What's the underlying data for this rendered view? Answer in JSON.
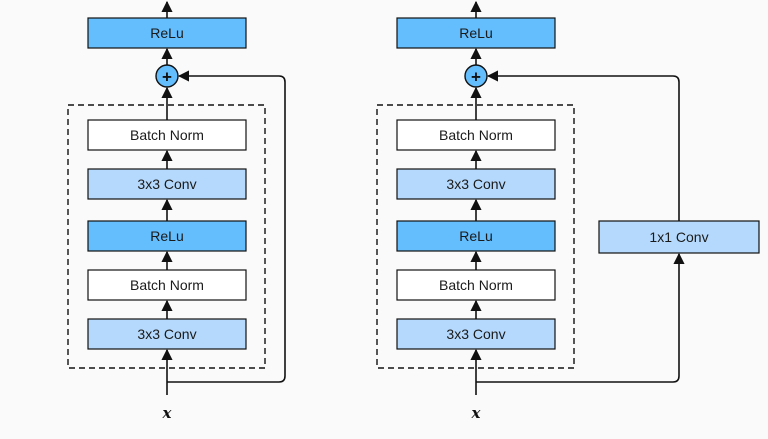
{
  "colors": {
    "background": "#fafafa",
    "relu_fill": "#64bdfc",
    "conv_fill": "#b5d9fc",
    "bn_fill": "#ffffff",
    "stroke": "#111111"
  },
  "icons": {
    "adder": "plus-circle-icon",
    "arrow": "arrow-head-icon"
  },
  "left_block": {
    "top_relu": "ReLu",
    "adder": "+",
    "layers": [
      "Batch Norm",
      "3x3 Conv",
      "ReLu",
      "Batch Norm",
      "3x3 Conv"
    ],
    "input": "x"
  },
  "right_block": {
    "top_relu": "ReLu",
    "adder": "+",
    "layers": [
      "Batch Norm",
      "3x3 Conv",
      "ReLu",
      "Batch Norm",
      "3x3 Conv"
    ],
    "shortcut_conv": "1x1 Conv",
    "input": "x"
  }
}
